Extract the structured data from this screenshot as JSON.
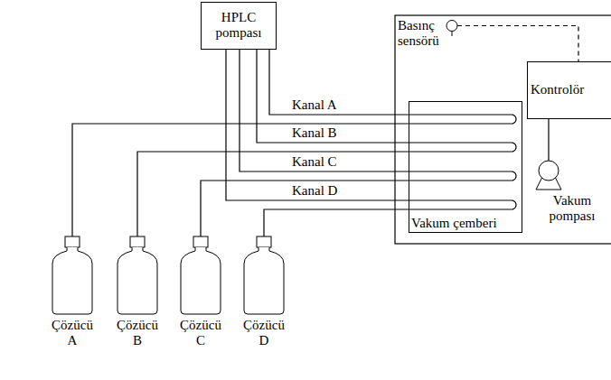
{
  "diagram": {
    "nodes": [
      {
        "text": [
          "HPLC pompası"
        ]
      },
      {
        "text": [
          "Basınç sensörü"
        ]
      },
      {
        "text": [
          "Kontrolör"
        ]
      },
      {
        "text": [
          "Vakum çemberi"
        ]
      },
      {
        "text": [
          "Vakum pompası"
        ]
      },
      {
        "text": [
          "Çözücü A"
        ]
      },
      {
        "text": [
          "Çözücü B"
        ]
      },
      {
        "text": [
          "Çözücü C"
        ]
      },
      {
        "text": [
          "Çözücü D"
        ]
      }
    ],
    "edges": [
      {
        "from": 0,
        "to": 5,
        "label": "Kanal A",
        "arrow": "none"
      },
      {
        "from": 0,
        "to": 6,
        "label": "Kanal B",
        "arrow": "none"
      },
      {
        "from": 0,
        "to": 7,
        "label": "Kanal C",
        "arrow": "none"
      },
      {
        "from": 0,
        "to": 8,
        "label": "Kanal D",
        "arrow": "none"
      },
      {
        "from": 1,
        "to": 2,
        "arrow": "none"
      },
      {
        "from": 4,
        "to": 2,
        "arrow": "none"
      }
    ]
  }
}
